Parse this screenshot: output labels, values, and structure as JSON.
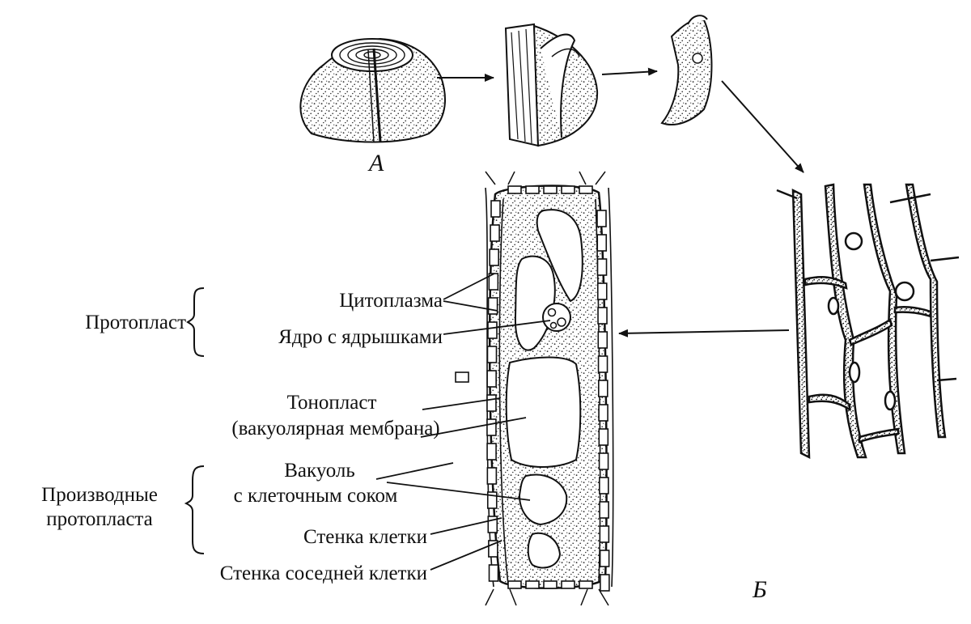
{
  "labels": {
    "a": "А",
    "b": "Б",
    "protoplast": "Протопласт",
    "cytoplasm": "Цитоплазма",
    "nucleus": "Ядро с ядрышками",
    "tonoplast_1": "Тонопласт",
    "tonoplast_2": "(вакуолярная мембрана)",
    "vacuole_1": "Вакуоль",
    "vacuole_2": "с клеточным соком",
    "derivatives_1": "Производные",
    "derivatives_2": "протопласта",
    "cell_wall": "Стенка клетки",
    "neighbor_wall": "Стенка соседней клетки"
  },
  "colors": {
    "ink": "#111111",
    "background": "#ffffff"
  }
}
